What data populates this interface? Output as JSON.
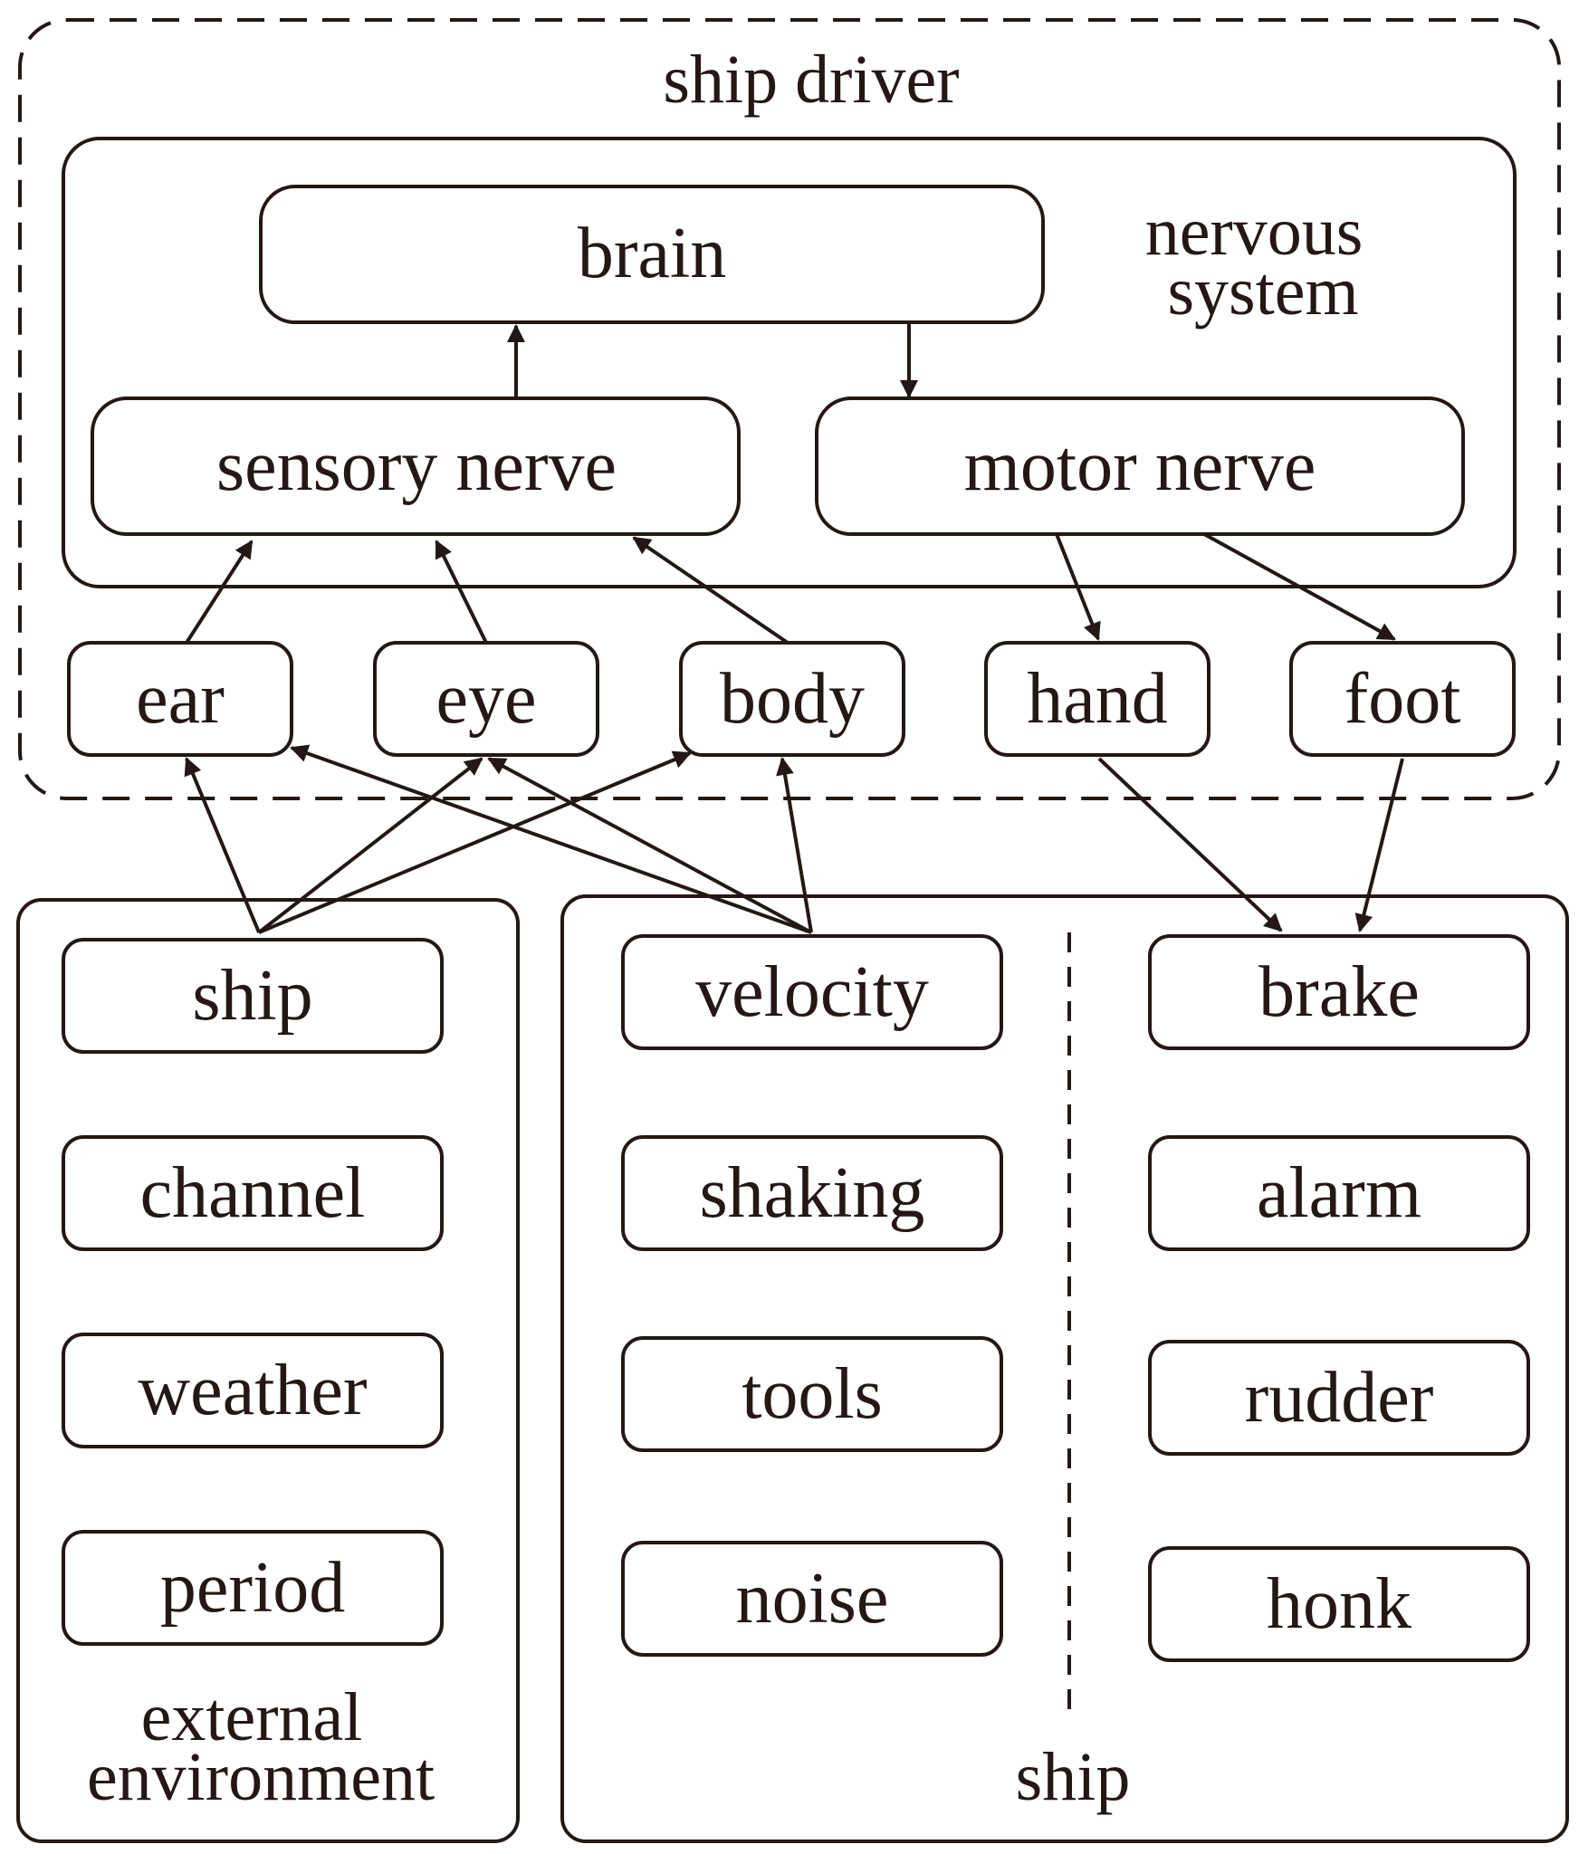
{
  "colors": {
    "ink": "#231815",
    "background": "#ffffff"
  },
  "diagram": {
    "driver_label": "ship driver",
    "nervous_label_1": "nervous",
    "nervous_label_2": "system",
    "brain": "brain",
    "sensory_nerve": "sensory nerve",
    "motor_nerve": "motor nerve",
    "ear": "ear",
    "eye": "eye",
    "body": "body",
    "hand": "hand",
    "foot": "foot",
    "env_items": [
      "ship",
      "channel",
      "weather",
      "period"
    ],
    "env_label_1": "external",
    "env_label_2": "environment",
    "ship_state_items": [
      "velocity",
      "shaking",
      "tools",
      "noise"
    ],
    "ship_control_items": [
      "brake",
      "alarm",
      "rudder",
      "honk"
    ],
    "ship_label": "ship"
  },
  "edges": [
    {
      "from": "sensory-nerve",
      "to": "brain"
    },
    {
      "from": "brain",
      "to": "motor-nerve"
    },
    {
      "from": "ear",
      "to": "sensory-nerve"
    },
    {
      "from": "eye",
      "to": "sensory-nerve"
    },
    {
      "from": "body",
      "to": "sensory-nerve"
    },
    {
      "from": "motor-nerve",
      "to": "hand"
    },
    {
      "from": "motor-nerve",
      "to": "foot"
    },
    {
      "from": "ship",
      "to": "ear"
    },
    {
      "from": "ship",
      "to": "eye"
    },
    {
      "from": "ship",
      "to": "body"
    },
    {
      "from": "velocity",
      "to": "ear"
    },
    {
      "from": "velocity",
      "to": "eye"
    },
    {
      "from": "velocity",
      "to": "body"
    },
    {
      "from": "hand",
      "to": "brake"
    },
    {
      "from": "foot",
      "to": "brake"
    }
  ]
}
